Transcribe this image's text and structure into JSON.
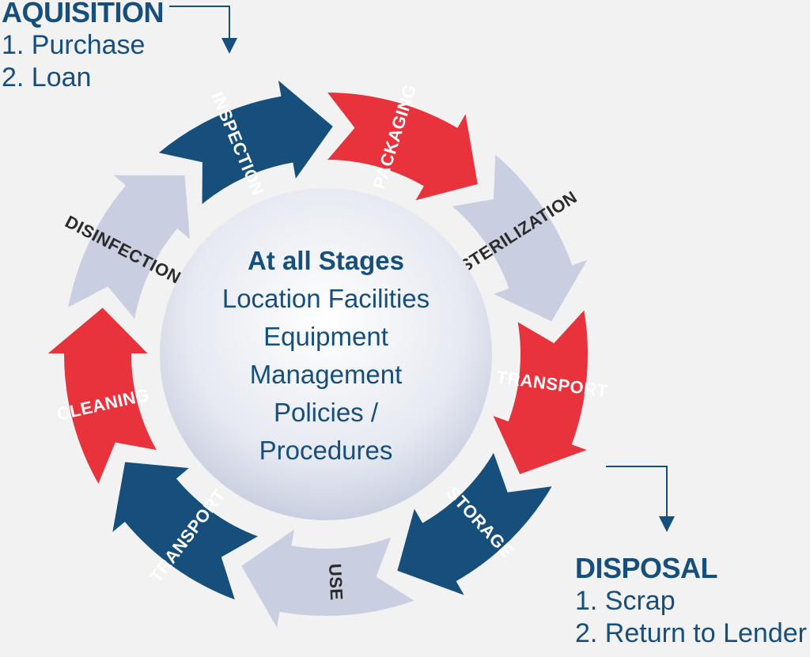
{
  "acquisition": {
    "heading": "AQUISITION",
    "items": [
      "1. Purchase",
      "2. Loan"
    ]
  },
  "disposal": {
    "heading": "DISPOSAL",
    "items": [
      "1. Scrap",
      "2. Return to Lender"
    ]
  },
  "center": {
    "title": "At all Stages",
    "lines": [
      "Location Facilities",
      "Equipment",
      "Management",
      "Policies /",
      "Procedures"
    ]
  },
  "stages": [
    {
      "label": "CLEANING",
      "color": "red"
    },
    {
      "label": "DISINFECTION",
      "color": "grey"
    },
    {
      "label": "INSPECTION",
      "color": "blue"
    },
    {
      "label": "PACKAGING",
      "color": "red"
    },
    {
      "label": "STERILIZATION",
      "color": "grey"
    },
    {
      "label": "TRANSPORT",
      "color": "red"
    },
    {
      "label": "STORAGE",
      "color": "blue"
    },
    {
      "label": "USE",
      "color": "grey"
    },
    {
      "label": "TRANSPORT",
      "color": "blue"
    }
  ],
  "palette": {
    "red": "#e8323c",
    "grey": "#c9cfe0",
    "blue": "#164e7c",
    "text_dark": "#2b2b2b",
    "text_light": "#ffffff",
    "background": "#f2f2f3"
  }
}
